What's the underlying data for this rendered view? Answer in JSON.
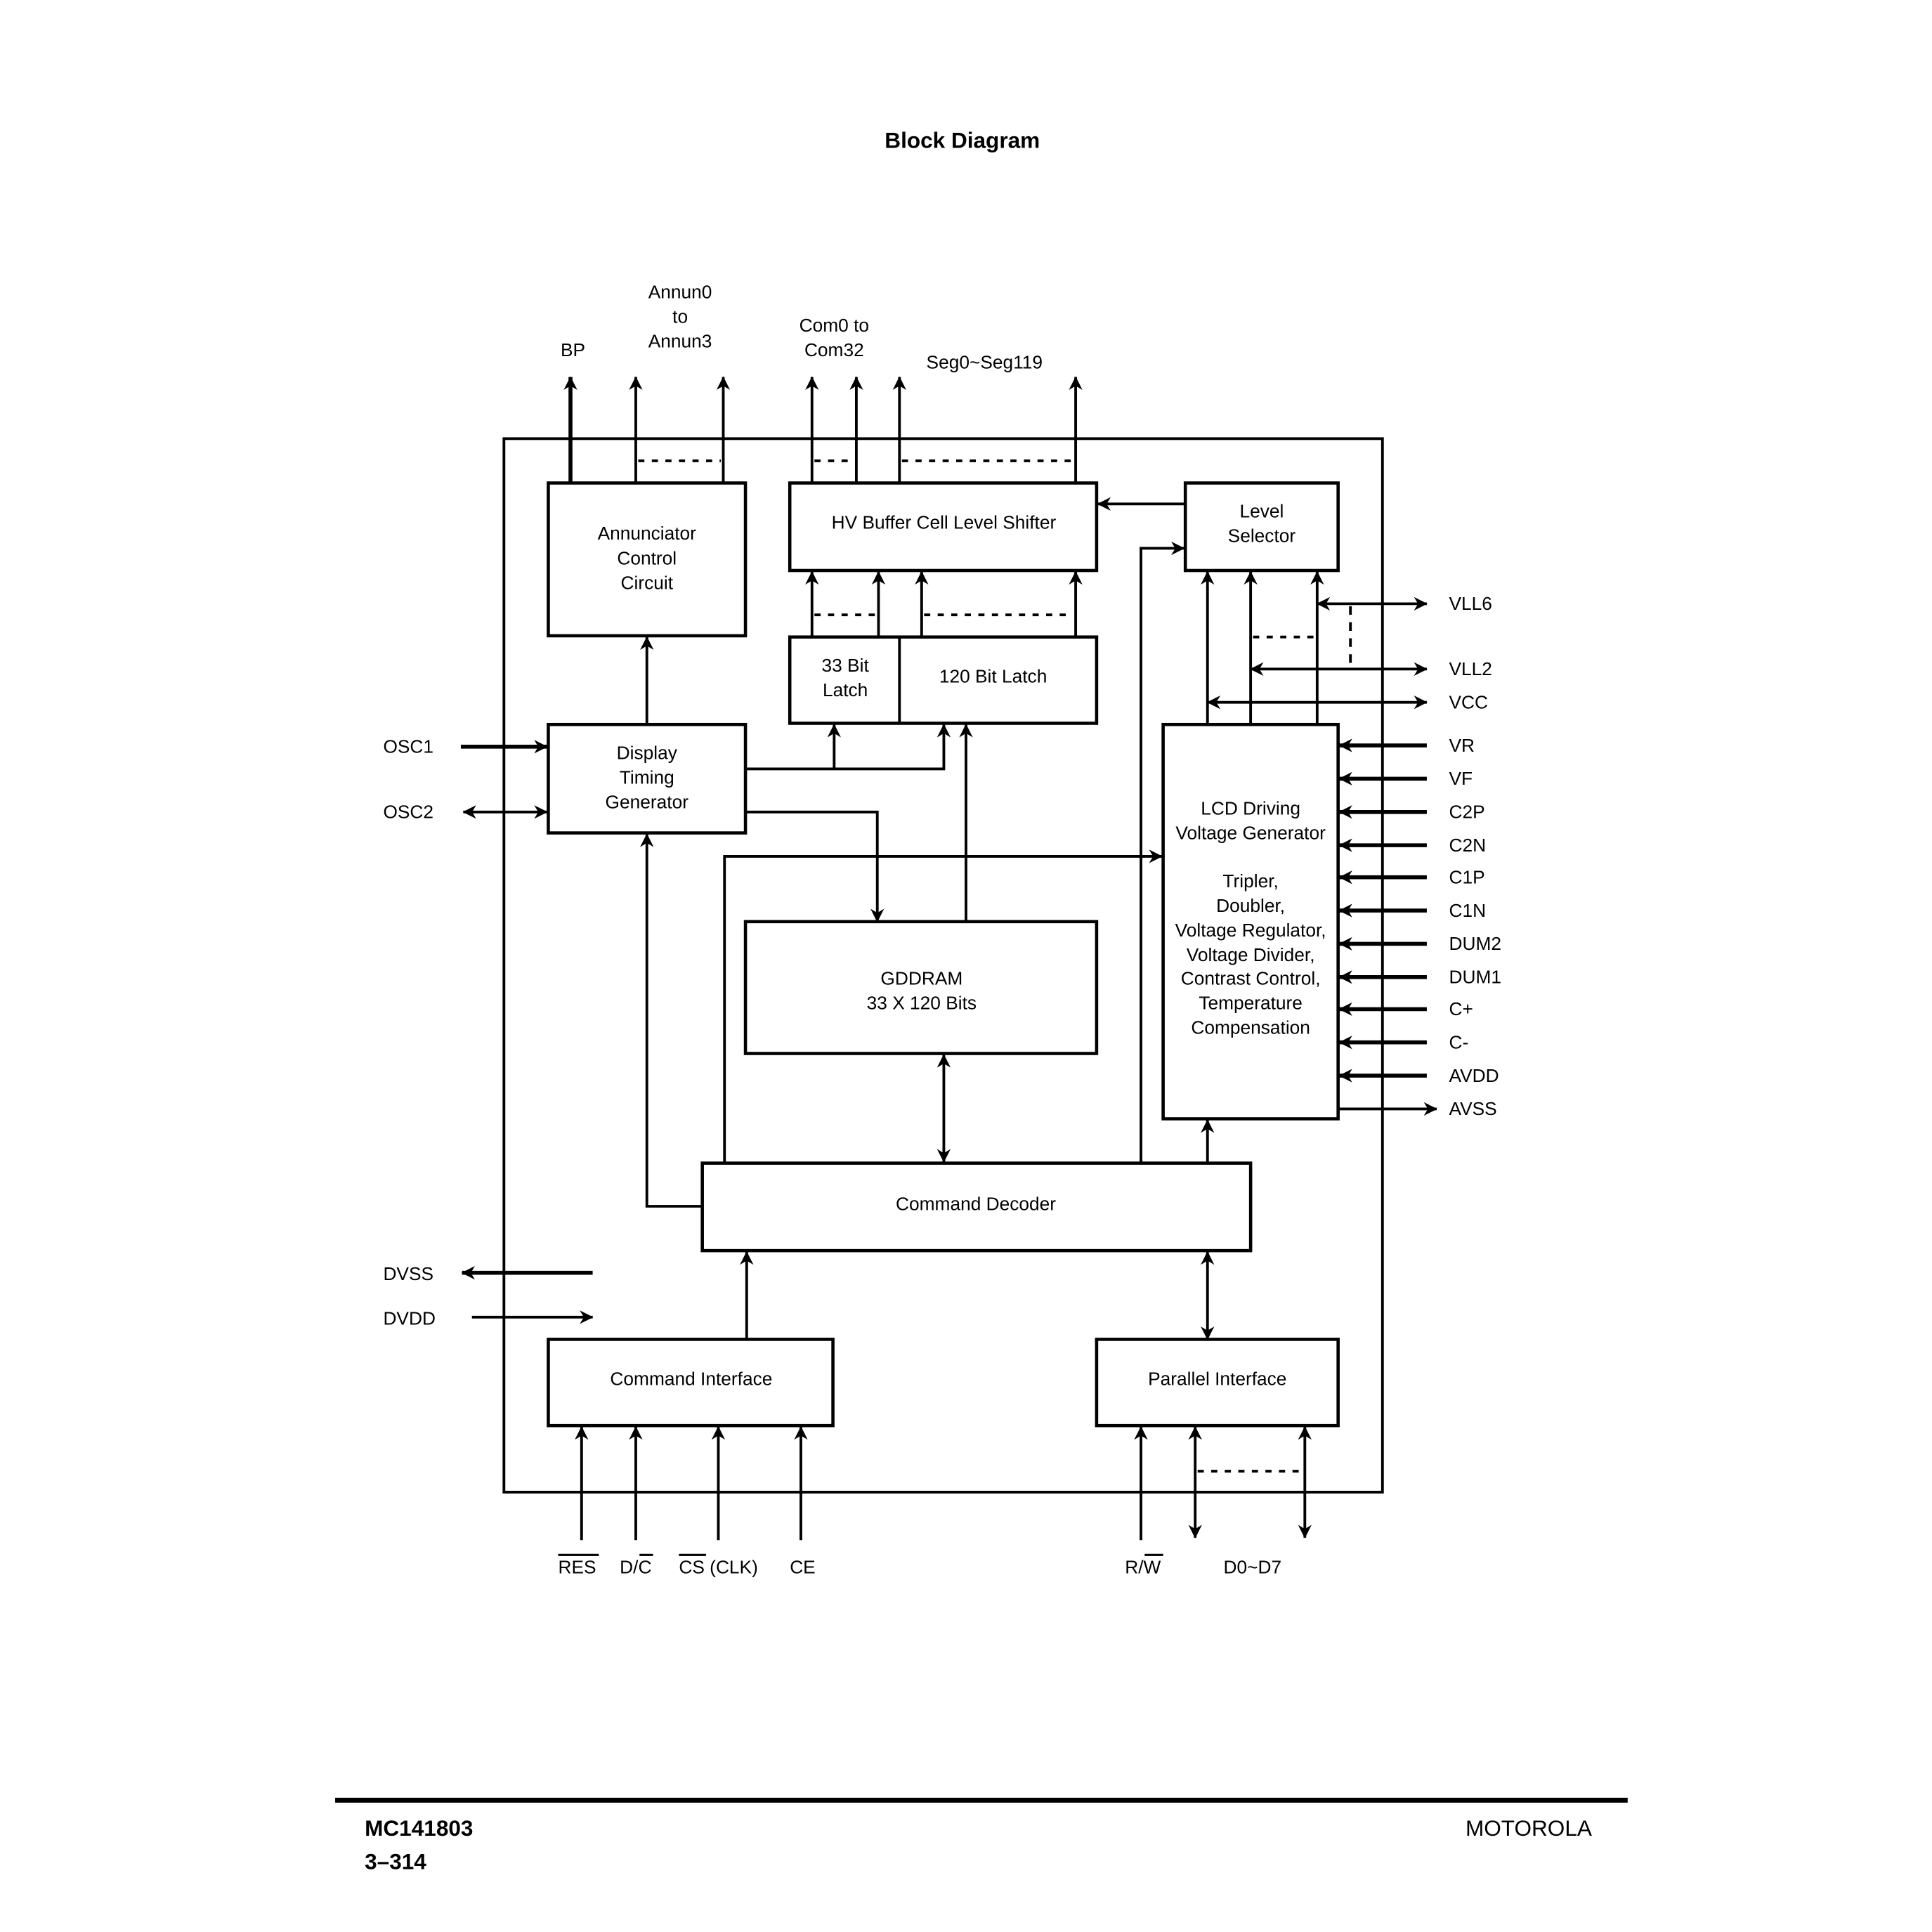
{
  "title": "Block Diagram",
  "blocks": {
    "annunciator": [
      "Annunciator",
      "Control",
      "Circuit"
    ],
    "hv_buffer": "HV Buffer Cell Level Shifter",
    "level_selector": [
      "Level",
      "Selector"
    ],
    "latch33": [
      "33 Bit",
      "Latch"
    ],
    "latch120": "120 Bit Latch",
    "display_timing": [
      "Display",
      "Timing",
      "Generator"
    ],
    "lcd_driving": [
      "LCD Driving",
      "Voltage Generator",
      "",
      "Tripler,",
      "Doubler,",
      "Voltage Regulator,",
      "Voltage Divider,",
      "Contrast Control,",
      "Temperature",
      "Compensation"
    ],
    "gddram": [
      "GDDRAM",
      "33 X 120 Bits"
    ],
    "command_decoder": "Command Decoder",
    "command_interface": "Command Interface",
    "parallel_interface": "Parallel Interface"
  },
  "top_pins": {
    "bp": "BP",
    "annun": [
      "Annun0",
      "to",
      "Annun3"
    ],
    "com": [
      "Com0 to",
      "Com32"
    ],
    "seg": "Seg0~Seg119"
  },
  "left_pins": {
    "osc1": "OSC1",
    "osc2": "OSC2",
    "dvss": "DVSS",
    "dvdd": "DVDD"
  },
  "right_pins": [
    "VLL6",
    "VLL2",
    "VCC",
    "VR",
    "VF",
    "C2P",
    "C2N",
    "C1P",
    "C1N",
    "DUM2",
    "DUM1",
    "C+",
    "C-",
    "AVDD",
    "AVSS"
  ],
  "bottom_pins": {
    "res": "RES",
    "dc_d": "D/",
    "dc_c": "C",
    "cs": "CS",
    "cs_clk": " (CLK)",
    "ce": "CE",
    "rw_r": "R/",
    "rw_w": "W",
    "data": "D0~D7"
  },
  "footer": {
    "part_number": "MC141803",
    "page": "3–314",
    "brand": "MOTOROLA"
  }
}
